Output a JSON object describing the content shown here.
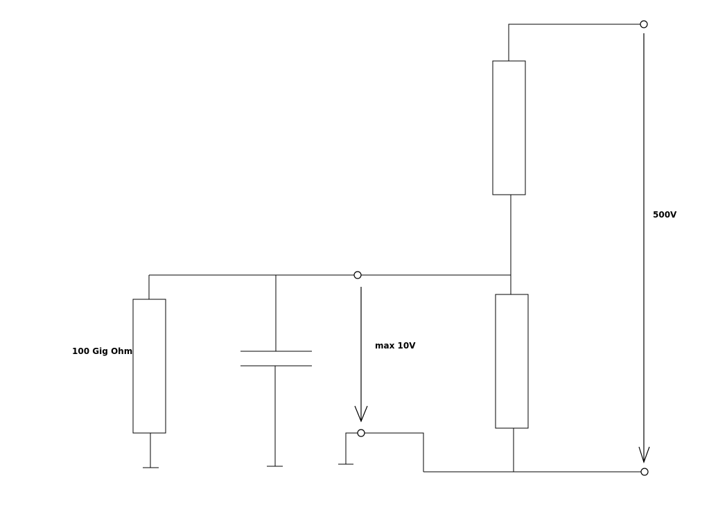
{
  "diagram": {
    "labels": {
      "resistor_left": "100 Gig Ohm",
      "output_voltage": "max 10V",
      "supply_voltage": "500V"
    },
    "colors": {
      "line": "#000000",
      "background": "#ffffff"
    }
  }
}
